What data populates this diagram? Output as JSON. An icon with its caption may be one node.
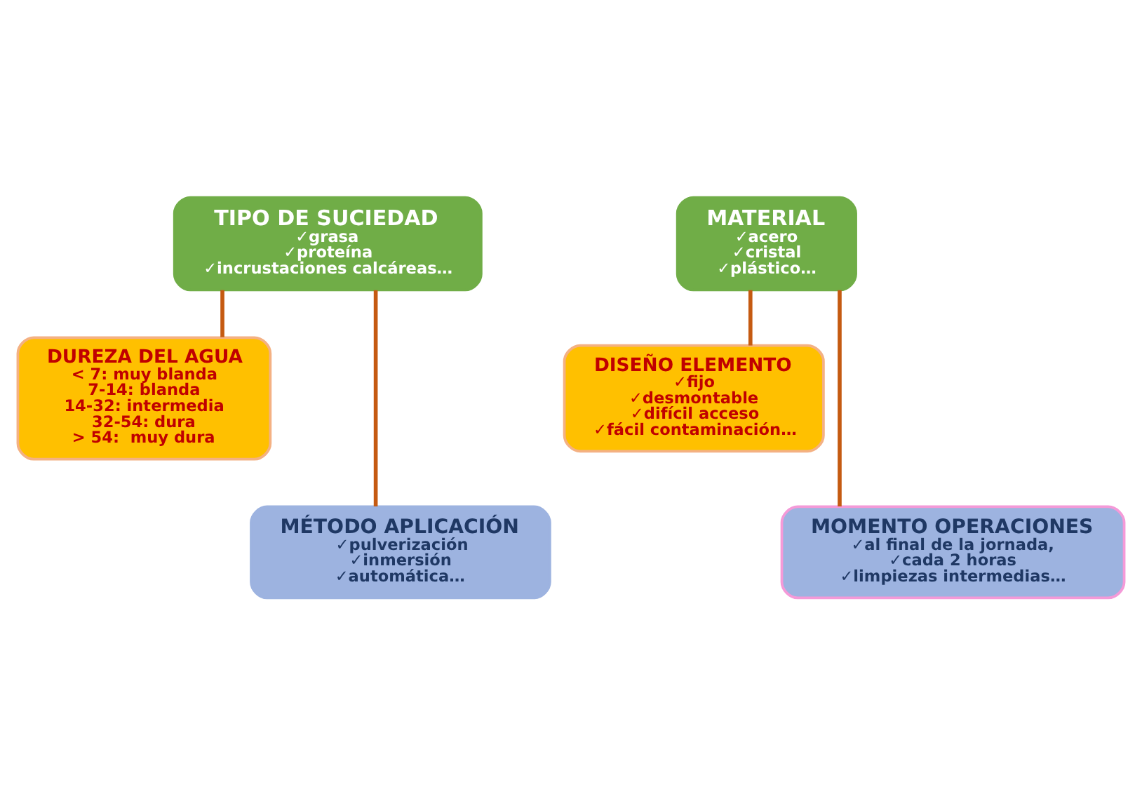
{
  "diagram": {
    "nodes": [
      {
        "text": [
          "TIPO DE SUCIEDAD",
          "✓grasa",
          "✓proteína",
          "✓incrustaciones calcáreas…"
        ]
      },
      {
        "text": [
          "DUREZA DEL AGUA",
          "< 7: muy blanda",
          "7-14: blanda",
          "14-32: intermedia",
          "32-54: dura",
          "> 54:  muy dura"
        ]
      },
      {
        "text": [
          "MÉTODO APLICACIÓN",
          "✓pulverización",
          "✓inmersión",
          "✓automática…"
        ]
      },
      {
        "text": [
          "MATERIAL",
          "✓acero",
          "✓cristal",
          "✓plástico…"
        ]
      },
      {
        "text": [
          "DISEÑO ELEMENTO",
          "✓fijo",
          "✓desmontable",
          "✓difícil acceso",
          "✓fácil contaminación…"
        ]
      },
      {
        "text": [
          "MOMENTO OPERACIONES",
          "✓al final de la jornada,",
          "✓cada 2 horas",
          "✓limpiezas intermedias…"
        ]
      }
    ],
    "edges": [
      {
        "from": 0,
        "to": 1,
        "arrow": "none"
      },
      {
        "from": 0,
        "to": 2,
        "arrow": "none"
      },
      {
        "from": 3,
        "to": 4,
        "arrow": "none"
      },
      {
        "from": 3,
        "to": 5,
        "arrow": "none"
      }
    ]
  }
}
